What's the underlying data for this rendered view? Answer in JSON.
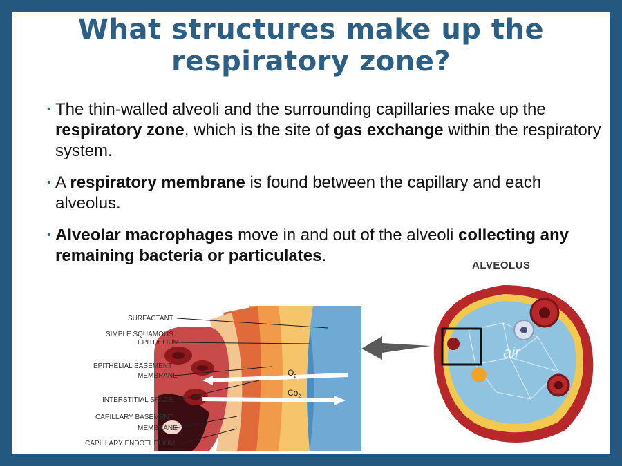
{
  "slide": {
    "title_line1": "What structures make up the",
    "title_line2": "respiratory zone?",
    "bullets": [
      {
        "p1": "The thin-walled alveoli and the surrounding capillaries make up the ",
        "b1": "respiratory zone",
        "p2": ", which is the site of ",
        "b2": "gas exchange",
        "p3": " within the respiratory system."
      },
      {
        "p1": "A ",
        "b1": "respiratory membrane",
        "p2": " is found between the capillary and each alveolus."
      },
      {
        "b1": "Alveolar macrophages",
        "p1": " move in and out of the alveoli ",
        "b2": "collecting any remaining bacteria or particulates",
        "p2": "."
      }
    ]
  },
  "diagram": {
    "labels": [
      "SURFACTANT",
      "SIMPLE SQUAMOUS",
      "EPITHELIUM",
      "EPITHELIAL BASEMENT",
      "MEMBRANE",
      "INTERSTITIAL SPACE",
      "CAPILLARY BASEMENT",
      "MEMBRANE",
      "CAPILLARY ENDOTHELIUM"
    ],
    "o2_label": "O",
    "o2_sub": "2",
    "co2_label": "Co",
    "co2_sub": "2"
  },
  "alveolus": {
    "title": "ALVEOLUS",
    "air_label": "air"
  },
  "colors": {
    "frame": "#24587e",
    "title": "#2c5f86",
    "blood_red": "#b8282a",
    "tissue_orange": "#e88a3c",
    "air_blue": "#7fb8d8"
  }
}
